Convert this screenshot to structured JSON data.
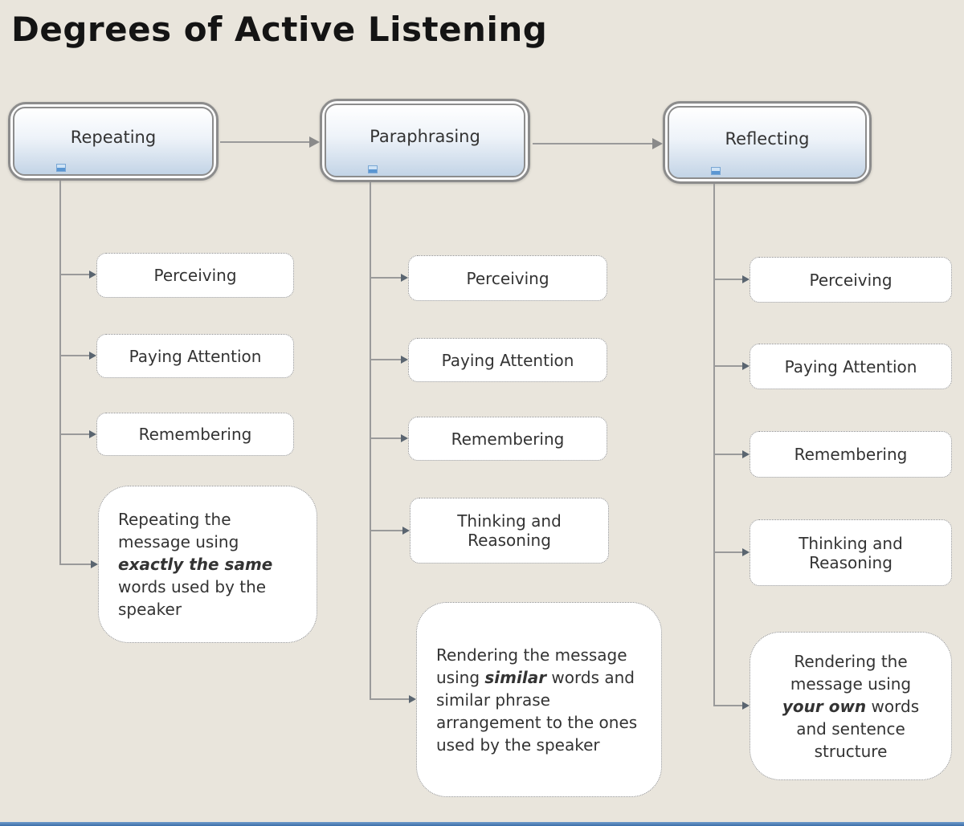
{
  "title": "Degrees of Active Listening",
  "colors": {
    "background": "#e9e5dc",
    "node_border": "#8c8c8c",
    "node_gradient_top": "#ffffff",
    "node_gradient_bottom": "#c3d4e6",
    "connector": "#9a9a9a",
    "collapse_icon_blue": "#5a96d2",
    "text": "#333333"
  },
  "columns": [
    {
      "label": "Repeating",
      "children": [
        "Perceiving",
        "Paying Attention",
        "Remembering"
      ],
      "description": {
        "before": "Repeating the message using ",
        "emphasis": "exactly the same",
        "after": " words used by the speaker"
      }
    },
    {
      "label": "Paraphrasing",
      "children": [
        "Perceiving",
        "Paying Attention",
        "Remembering",
        "Thinking and Reasoning"
      ],
      "description": {
        "before": "Rendering the message using ",
        "emphasis": "similar",
        "after": " words and similar phrase arrangement to the ones used by the speaker"
      }
    },
    {
      "label": "Reflecting",
      "children": [
        "Perceiving",
        "Paying Attention",
        "Remembering",
        "Thinking and Reasoning"
      ],
      "description": {
        "before": "Rendering the message using ",
        "emphasis": "your own",
        "after": " words and sentence structure"
      }
    }
  ]
}
